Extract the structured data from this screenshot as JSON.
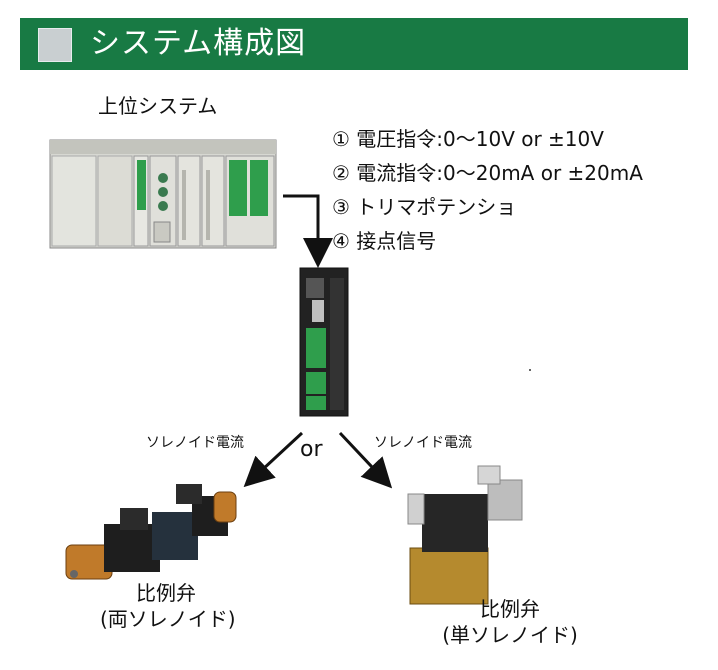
{
  "header": {
    "title": "システム構成図"
  },
  "system": {
    "label": "上位システム"
  },
  "signals": [
    "① 電圧指令:0～10V or ±10V",
    "② 電流指令:0～20mA or ±20mA",
    "③ トリマポテンショ",
    "④ 接点信号"
  ],
  "solenoid_current_left": "ソレノイド電流",
  "solenoid_current_right": "ソレノイド電流",
  "or_text": "or",
  "valve_left": {
    "line1": "比例弁",
    "line2": "(両ソレノイド)"
  },
  "valve_right": {
    "line1": "比例弁",
    "line2": "(単ソレノイド)"
  },
  "colors": {
    "banner": "#187a44",
    "module_green": "#2f9e4c"
  }
}
